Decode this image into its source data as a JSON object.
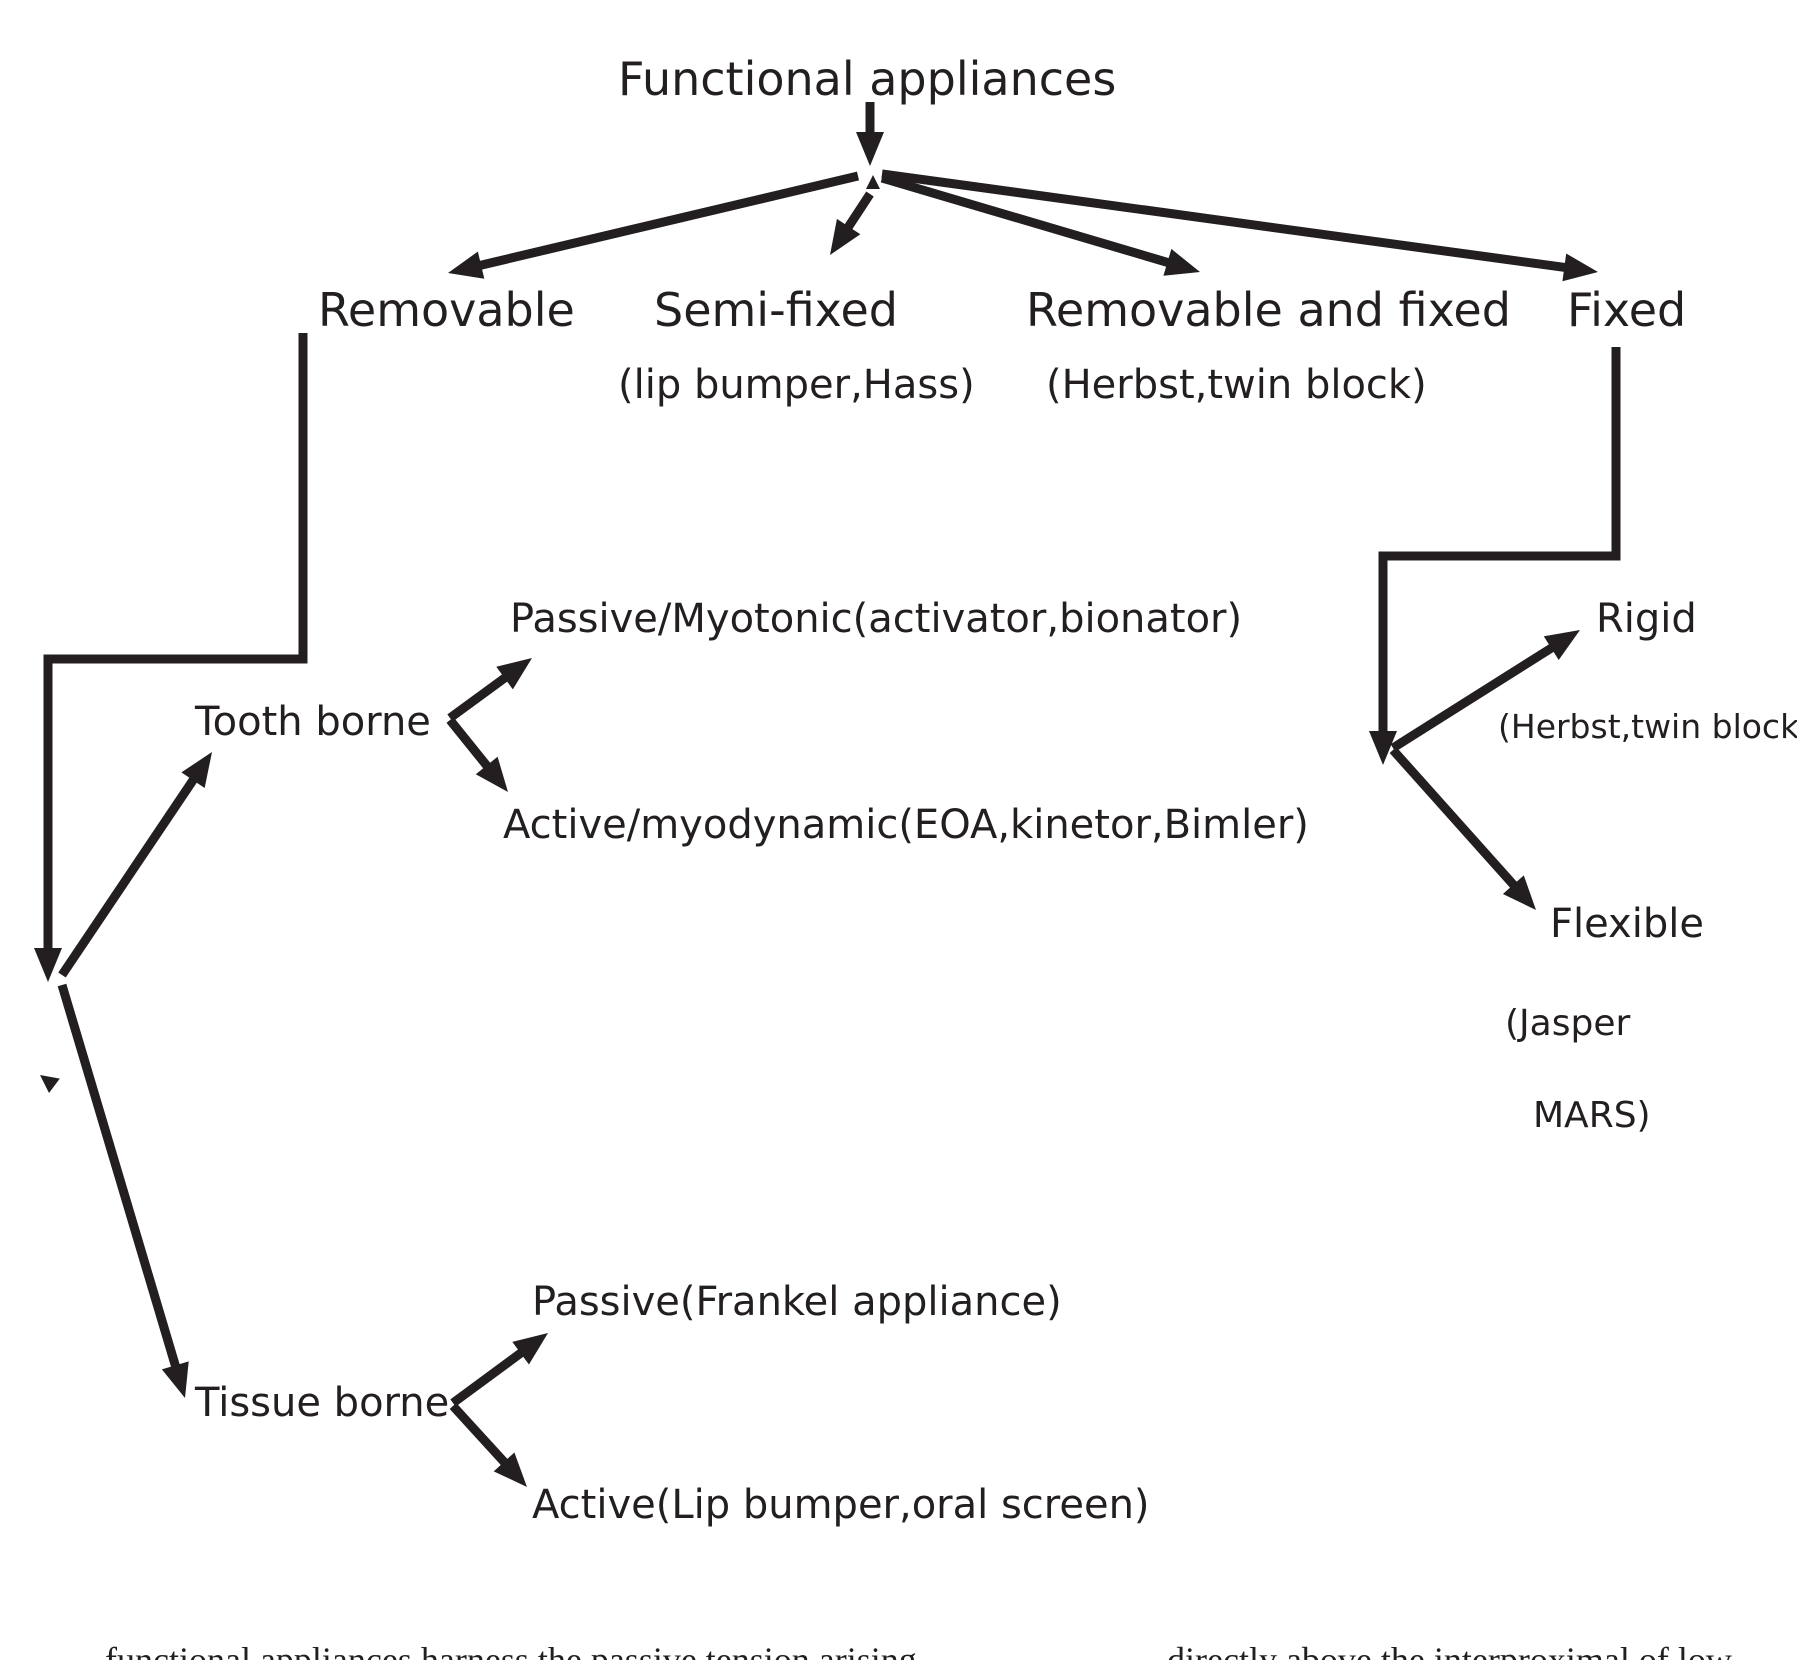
{
  "diagram": {
    "title": "Functional appliances",
    "categories": {
      "removable": "Removable",
      "semi_fixed": "Semi-fixed",
      "semi_fixed_examples": "(lip bumper,Hass)",
      "removable_and_fixed": "Removable and fixed",
      "removable_and_fixed_examples": "(Herbst,twin block)",
      "fixed": "Fixed"
    },
    "removable_branch": {
      "tooth_borne": "Tooth borne",
      "tooth_passive": "Passive/Myotonic(activator,bionator)",
      "tooth_active": "Active/myodynamic(EOA,kinetor,Bimler)",
      "tissue_borne": "Tissue borne",
      "tissue_passive": "Passive(Frankel appliance)",
      "tissue_active": "Active(Lip bumper,oral screen)"
    },
    "fixed_branch": {
      "rigid": "Rigid",
      "rigid_examples": "(Herbst,twin block)",
      "flexible": "Flexible",
      "flexible_examples_line1": "(Jasper",
      "flexible_examples_line2": "MARS)"
    }
  },
  "body_text": {
    "left_column_fragment": "functional appliances harness the passive tension arising",
    "right_column_fragment": "directly above the interproximal of low"
  },
  "colors": {
    "ink": "#231f20",
    "background": "#ffffff"
  }
}
